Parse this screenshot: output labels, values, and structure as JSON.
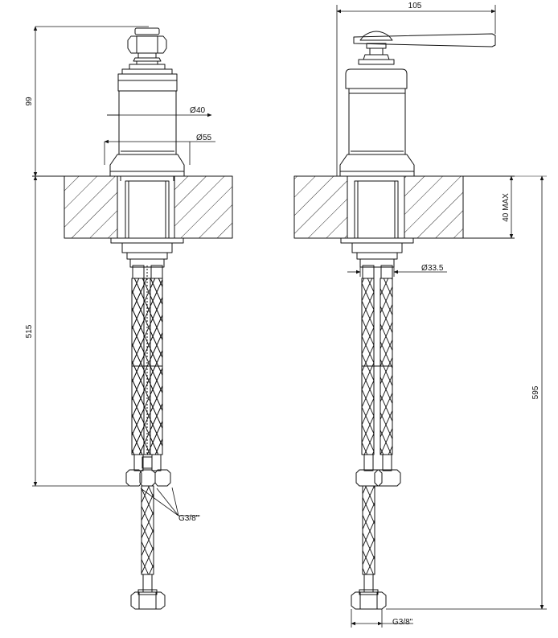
{
  "colors": {
    "line": "#111111",
    "background": "#ffffff",
    "hatch": "#111111"
  },
  "front_view": {
    "height_above_deck": "99",
    "body_diameter": "40",
    "flange_diameter": "55",
    "hose_length": "515",
    "connection_thread": "G3/8\""
  },
  "side_view": {
    "handle_reach": "105",
    "deck_thickness_max": "40 MAX",
    "shank_diameter": "33.5",
    "overall_height": "595",
    "connection_thread": "G3/8\""
  }
}
